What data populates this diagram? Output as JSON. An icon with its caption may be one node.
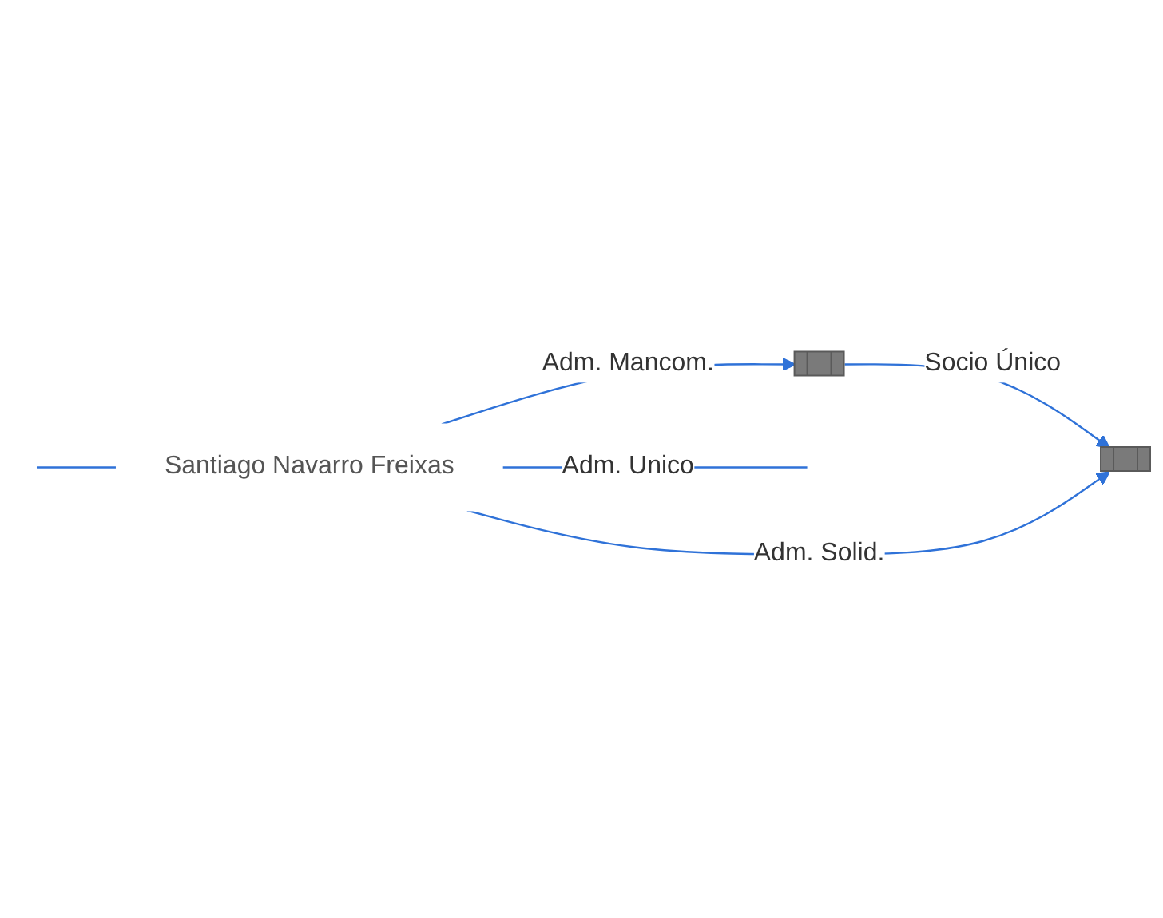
{
  "diagram": {
    "nodes": [
      {
        "text": [],
        "shape": "building"
      },
      {
        "text": [
          "Santiago Navarro Freixas"
        ]
      },
      {
        "text": [],
        "shape": "building"
      }
    ],
    "edges": [
      {
        "from": 1,
        "to": 0,
        "label": "Adm. Mancom.",
        "arrow": "to"
      },
      {
        "from": null,
        "to": 1,
        "arrow": "none"
      },
      {
        "from": 0,
        "to": 2,
        "label": "Socio Único",
        "arrow": "to"
      },
      {
        "from": 1,
        "to": 2,
        "label": "Adm. Solid.",
        "arrow": "to"
      },
      {
        "from": 1,
        "to": null,
        "label": "Adm. Unico",
        "arrow": "none"
      }
    ]
  }
}
